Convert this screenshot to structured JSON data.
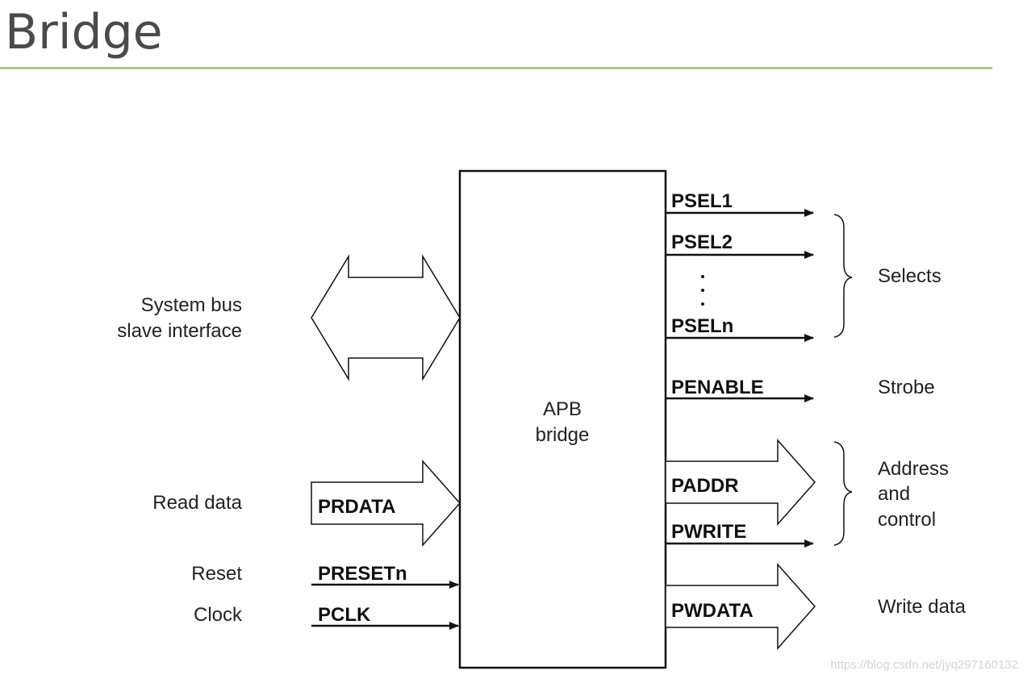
{
  "title": "Bridge",
  "block": {
    "line1": "APB",
    "line2": "bridge"
  },
  "left": {
    "system_bus_line1": "System bus",
    "system_bus_line2": "slave interface",
    "read_data": "Read data",
    "reset": "Reset",
    "clock": "Clock"
  },
  "left_signals": {
    "prdata": "PRDATA",
    "presetn": "PRESETn",
    "pclk": "PCLK"
  },
  "right_signals": {
    "psel1": "PSEL1",
    "psel2": "PSEL2",
    "dots": ":",
    "pseln": "PSELn",
    "penable": "PENABLE",
    "paddr": "PADDR",
    "pwrite": "PWRITE",
    "pwdata": "PWDATA"
  },
  "right_groups": {
    "selects": "Selects",
    "strobe": "Strobe",
    "address_line1": "Address",
    "address_line2": "and",
    "address_line3": "control",
    "write_data": "Write data"
  },
  "watermark": "https://blog.csdn.net/jyq297160132"
}
